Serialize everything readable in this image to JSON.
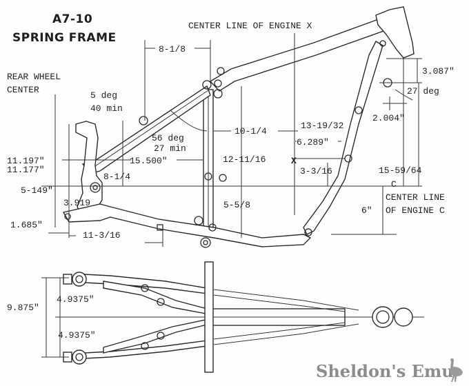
{
  "diagram": {
    "title_line1": "A7-10",
    "title_line2": "SPRING FRAME",
    "side_view": {
      "labels": {
        "rear_wheel_center_1": "REAR WHEEL",
        "rear_wheel_center_2": "CENTER",
        "engine_centerline_x": "CENTER LINE OF ENGINE X",
        "engine_centerline_c_mark": "C",
        "engine_centerline_c_1": "CENTER LINE",
        "engine_centerline_c_2": "OF ENGINE C",
        "x_mark": "X"
      },
      "dimensions": {
        "d_8_1_8": "8-1/8",
        "angle_5deg_1": "5 deg",
        "angle_5deg_2": "40 min",
        "angle_56deg_1": "56 deg",
        "angle_56deg_2": "27 min",
        "d_10_1_4": "10-1/4",
        "d_13_19_32": "13-19/32",
        "d_6_289": "6.289\"",
        "d_12_11_16": "12-11/16",
        "d_3_3_16": "3-3/16",
        "d_15_500": "15.500\"",
        "d_11_197": "11.197\"",
        "d_11_177": "11.177\"",
        "d_8_1_4": "8-1/4",
        "d_5_149": "5-149\"",
        "d_3_919": "3.919",
        "d_1_685": "1.685\"",
        "d_11_3_16": "11-3/16",
        "d_5_5_8": "5-5/8",
        "d_15_59_64": "15-59/64",
        "d_6": "6\"",
        "d_3_087": "3.087\"",
        "angle_27deg": "27 deg",
        "d_2_004": "2.004\""
      }
    },
    "top_view": {
      "dimensions": {
        "d_9_875": "9.875\"",
        "d_4_9375_upper": "4.9375\"",
        "d_4_9375_lower": "4.9375\""
      }
    },
    "watermark": "Sheldon's Emu"
  }
}
